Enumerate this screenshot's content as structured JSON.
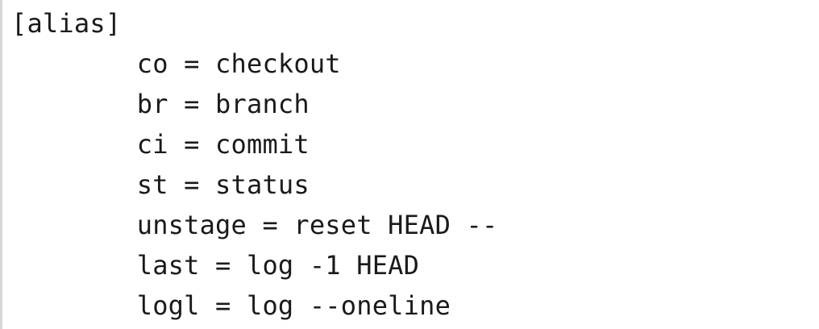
{
  "colors": {
    "background": "#ffffff",
    "text": "#1a1a1a",
    "left_border": "#d6d6d6"
  },
  "code_block": {
    "content_type": "git-config",
    "section_header": "[alias]",
    "entries": [
      {
        "key": "co",
        "value": "checkout"
      },
      {
        "key": "br",
        "value": "branch"
      },
      {
        "key": "ci",
        "value": "commit"
      },
      {
        "key": "st",
        "value": "status"
      },
      {
        "key": "unstage",
        "value": "reset HEAD --"
      },
      {
        "key": "last",
        "value": "log -1 HEAD"
      },
      {
        "key": "logl",
        "value": "log --oneline"
      }
    ],
    "lines": [
      "[alias]",
      "        co = checkout",
      "        br = branch",
      "        ci = commit",
      "        st = status",
      "        unstage = reset HEAD --",
      "        last = log -1 HEAD",
      "        logl = log --oneline"
    ]
  }
}
